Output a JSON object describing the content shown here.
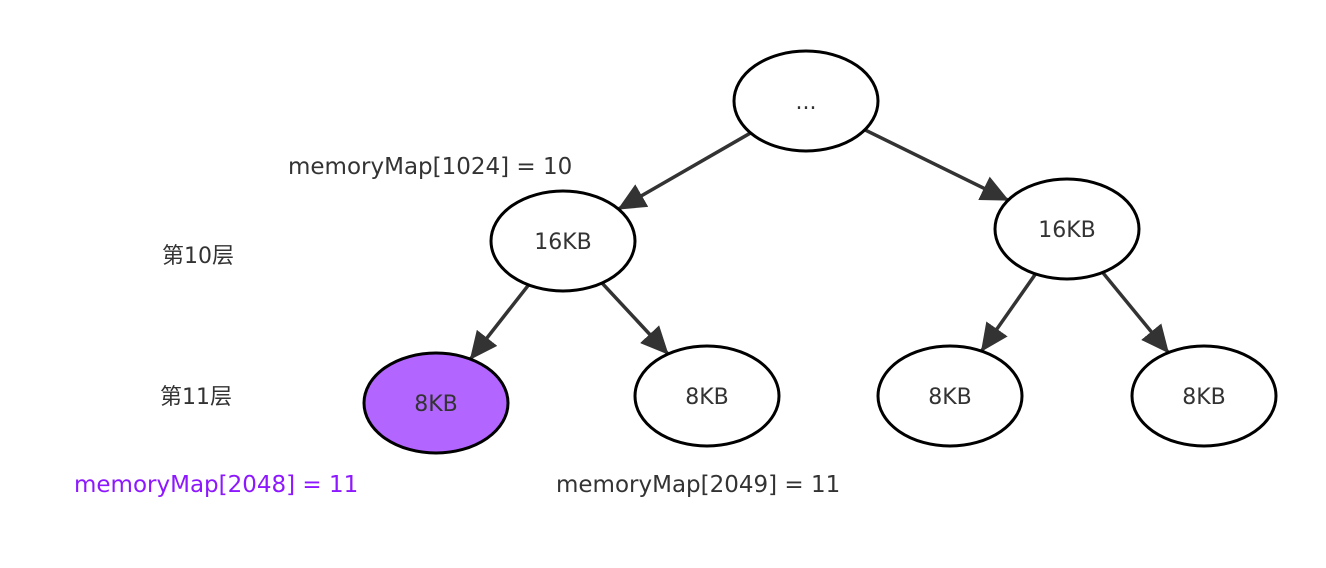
{
  "colors": {
    "node_fill": "#ffffff",
    "node_stroke": "#000000",
    "highlight_fill": "#b266ff",
    "edge": "#333333",
    "text": "#333333",
    "highlight_text": "#8d18ff"
  },
  "nodes": {
    "root": {
      "label": "..."
    },
    "l10_left": {
      "label": "16KB"
    },
    "l10_right": {
      "label": "16KB"
    },
    "l11_1": {
      "label": "8KB",
      "highlight": true
    },
    "l11_2": {
      "label": "8KB"
    },
    "l11_3": {
      "label": "8KB"
    },
    "l11_4": {
      "label": "8KB"
    }
  },
  "edges": [
    {
      "from": "root",
      "to": "l10_left"
    },
    {
      "from": "root",
      "to": "l10_right"
    },
    {
      "from": "l10_left",
      "to": "l11_1"
    },
    {
      "from": "l10_left",
      "to": "l11_2"
    },
    {
      "from": "l10_right",
      "to": "l11_3"
    },
    {
      "from": "l10_right",
      "to": "l11_4"
    }
  ],
  "labels": {
    "mm1024": "memoryMap[1024] = 10",
    "mm2048": "memoryMap[2048] = 11",
    "mm2049": "memoryMap[2049] = 11",
    "level10": "第10层",
    "level11": "第11层"
  }
}
